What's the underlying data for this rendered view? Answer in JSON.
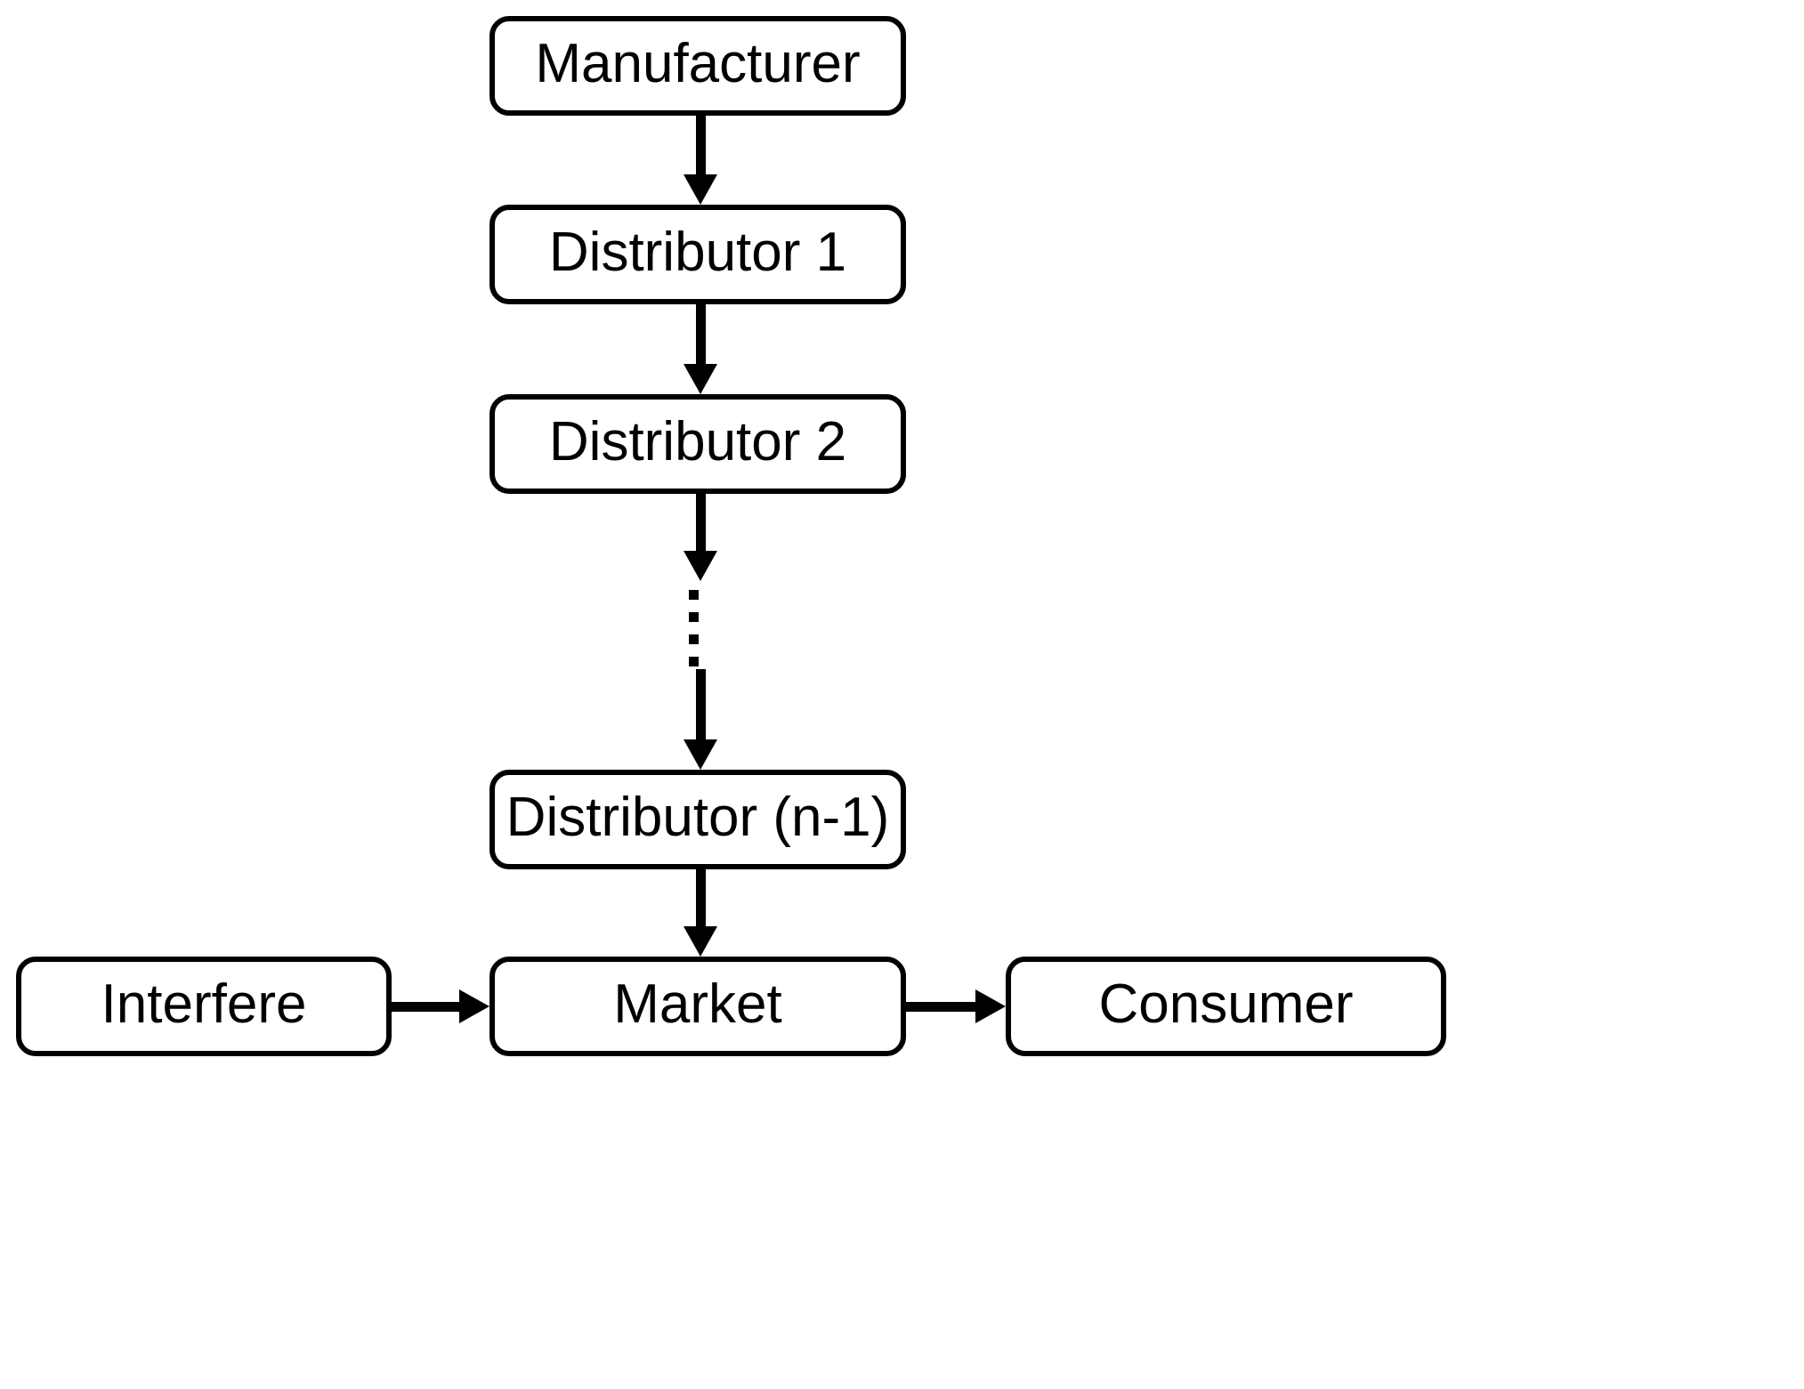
{
  "diagram": {
    "type": "flowchart",
    "orientation": "vertical-then-horizontal",
    "background_color": "#FFFFFF",
    "stroke_color": "#000000",
    "fill_color": "#FFFFFF",
    "nodes": [
      {
        "id": "manufacturer",
        "label": "Manufacturer",
        "shape": "rounded-rectangle"
      },
      {
        "id": "distributor1",
        "label": "Distributor 1",
        "shape": "rounded-rectangle"
      },
      {
        "id": "distributor2",
        "label": "Distributor 2",
        "shape": "rounded-rectangle"
      },
      {
        "id": "distributor_n1",
        "label": "Distributor (n-1)",
        "shape": "rounded-rectangle"
      },
      {
        "id": "interfere",
        "label": "Interfere",
        "shape": "rounded-rectangle"
      },
      {
        "id": "market",
        "label": "Market",
        "shape": "rounded-rectangle"
      },
      {
        "id": "consumer",
        "label": "Consumer",
        "shape": "rounded-rectangle"
      }
    ],
    "edges": [
      {
        "from": "manufacturer",
        "to": "distributor1",
        "style": "solid",
        "direction": "down"
      },
      {
        "from": "distributor1",
        "to": "distributor2",
        "style": "solid",
        "direction": "down"
      },
      {
        "from": "distributor2",
        "to": "ellipsis",
        "style": "solid",
        "direction": "down"
      },
      {
        "from": "ellipsis",
        "to": "distributor_n1",
        "style": "dotted",
        "direction": "down"
      },
      {
        "from": "distributor_n1",
        "to": "market",
        "style": "solid",
        "direction": "down"
      },
      {
        "from": "interfere",
        "to": "market",
        "style": "solid",
        "direction": "right"
      },
      {
        "from": "market",
        "to": "consumer",
        "style": "solid",
        "direction": "right"
      }
    ]
  }
}
